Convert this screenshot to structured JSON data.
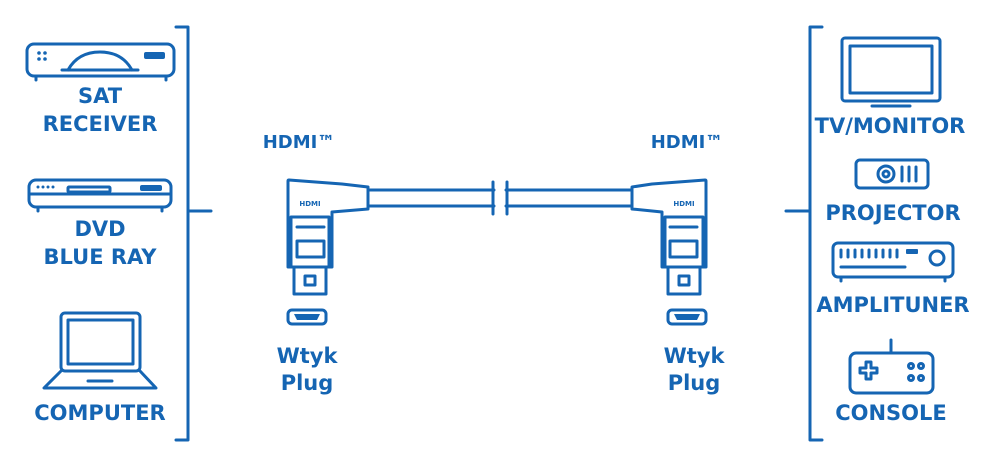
{
  "colors": {
    "accent": "#1565b3",
    "background": "#ffffff"
  },
  "left_devices": [
    {
      "icon": "sat-receiver-icon",
      "line1": "SAT",
      "line2": "RECEIVER"
    },
    {
      "icon": "dvd-player-icon",
      "line1": "DVD",
      "line2": "BLUE RAY"
    },
    {
      "icon": "laptop-icon",
      "line1": "COMPUTER"
    }
  ],
  "right_devices": [
    {
      "icon": "tv-monitor-icon",
      "label": "TV/MONITOR"
    },
    {
      "icon": "projector-icon",
      "label": "PROJECTOR"
    },
    {
      "icon": "amplituner-icon",
      "label": "AMPLITUNER"
    },
    {
      "icon": "gamepad-icon",
      "label": "CONSOLE"
    }
  ],
  "connectors": {
    "left": {
      "header": "HDMI™",
      "plug_text": "HDMI",
      "label_pl": "Wtyk",
      "label_en": "Plug"
    },
    "right": {
      "header": "HDMI™",
      "plug_text": "HDMI",
      "label_pl": "Wtyk",
      "label_en": "Plug"
    }
  }
}
